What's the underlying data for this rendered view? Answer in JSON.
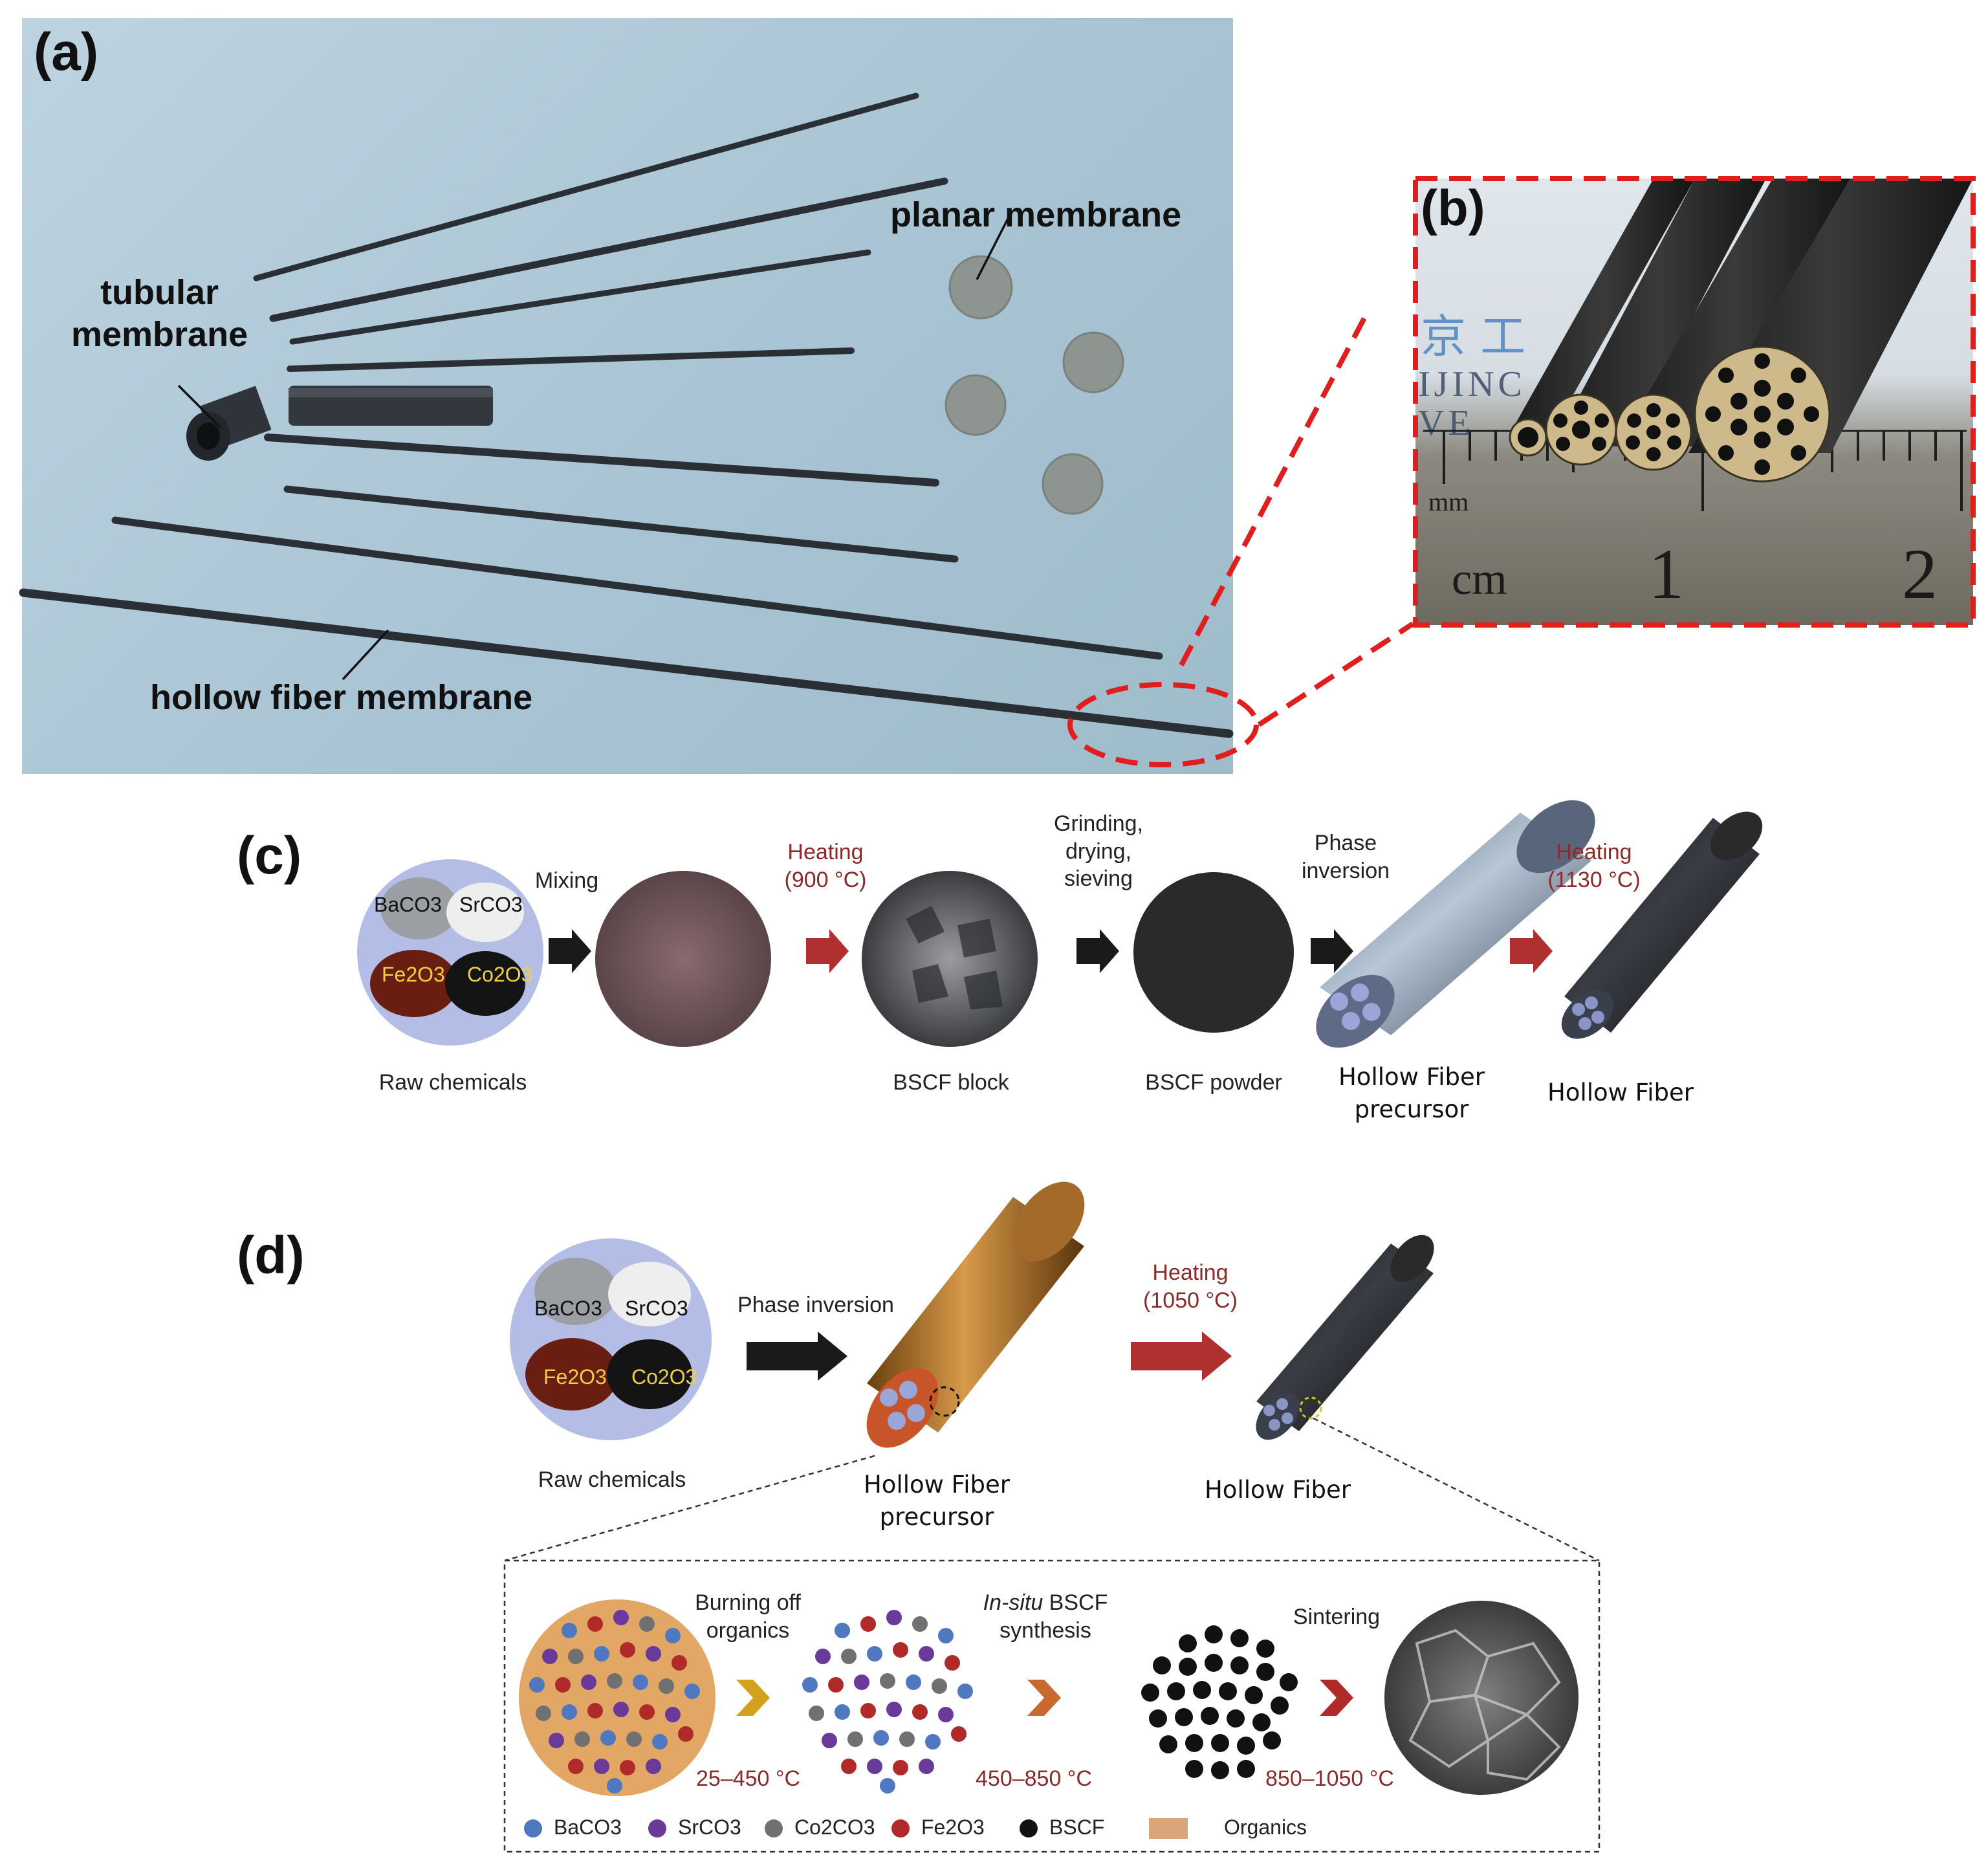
{
  "panel_a": {
    "label": "(a)",
    "tubular": "tubular\nmembrane",
    "planar": "planar membrane",
    "hollow_fiber": "hollow fiber membrane"
  },
  "panel_b": {
    "label": "(b)",
    "ruler_unit_mm": "mm",
    "ruler_unit_cm": "cm",
    "ruler_1": "1",
    "ruler_2": "2",
    "background_text_1": "京 工",
    "background_text_2": "IJINC",
    "background_text_3": "VE"
  },
  "panel_c": {
    "label": "(c)",
    "chem_top_left": "BaCO3",
    "chem_top_right": "SrCO3",
    "chem_bottom_left": "Fe2O3",
    "chem_bottom_right": "Co2O3",
    "raw": "Raw chemicals",
    "mixing": "Mixing",
    "heating1": "Heating\n(900 °C)",
    "block": "BSCF block",
    "grinding": "Grinding,\ndrying,\nsieving",
    "powder": "BSCF powder",
    "phase": "Phase\ninversion",
    "precursor": "Hollow Fiber\nprecursor",
    "heating2": "Heating\n(1130 °C)",
    "fiber": "Hollow Fiber"
  },
  "panel_d": {
    "label": "(d)",
    "chem_top_left": "BaCO3",
    "chem_top_right": "SrCO3",
    "chem_bottom_left": "Fe2O3",
    "chem_bottom_right": "Co2O3",
    "raw": "Raw chemicals",
    "phase": "Phase inversion",
    "precursor": "Hollow Fiber\nprecursor",
    "heating": "Heating\n(1050 °C)",
    "fiber": "Hollow Fiber",
    "burning": "Burning off\norganics",
    "insitu_italic": "In-situ",
    "insitu_rest": " BSCF\nsynthesis",
    "sintering": "Sintering",
    "t1": "25–450 °C",
    "t2": "450–850 °C",
    "t3": "850–1050 °C",
    "legend": [
      {
        "name": "BaCO3",
        "color": "#4f78c0"
      },
      {
        "name": "SrCO3",
        "color": "#6a3a9a"
      },
      {
        "name": "Co2CO3",
        "color": "#707070"
      },
      {
        "name": "Fe2O3",
        "color": "#b02a2a"
      },
      {
        "name": "BSCF",
        "color": "#111111"
      },
      {
        "name": "Organics",
        "color": "#d9a57a"
      }
    ]
  }
}
